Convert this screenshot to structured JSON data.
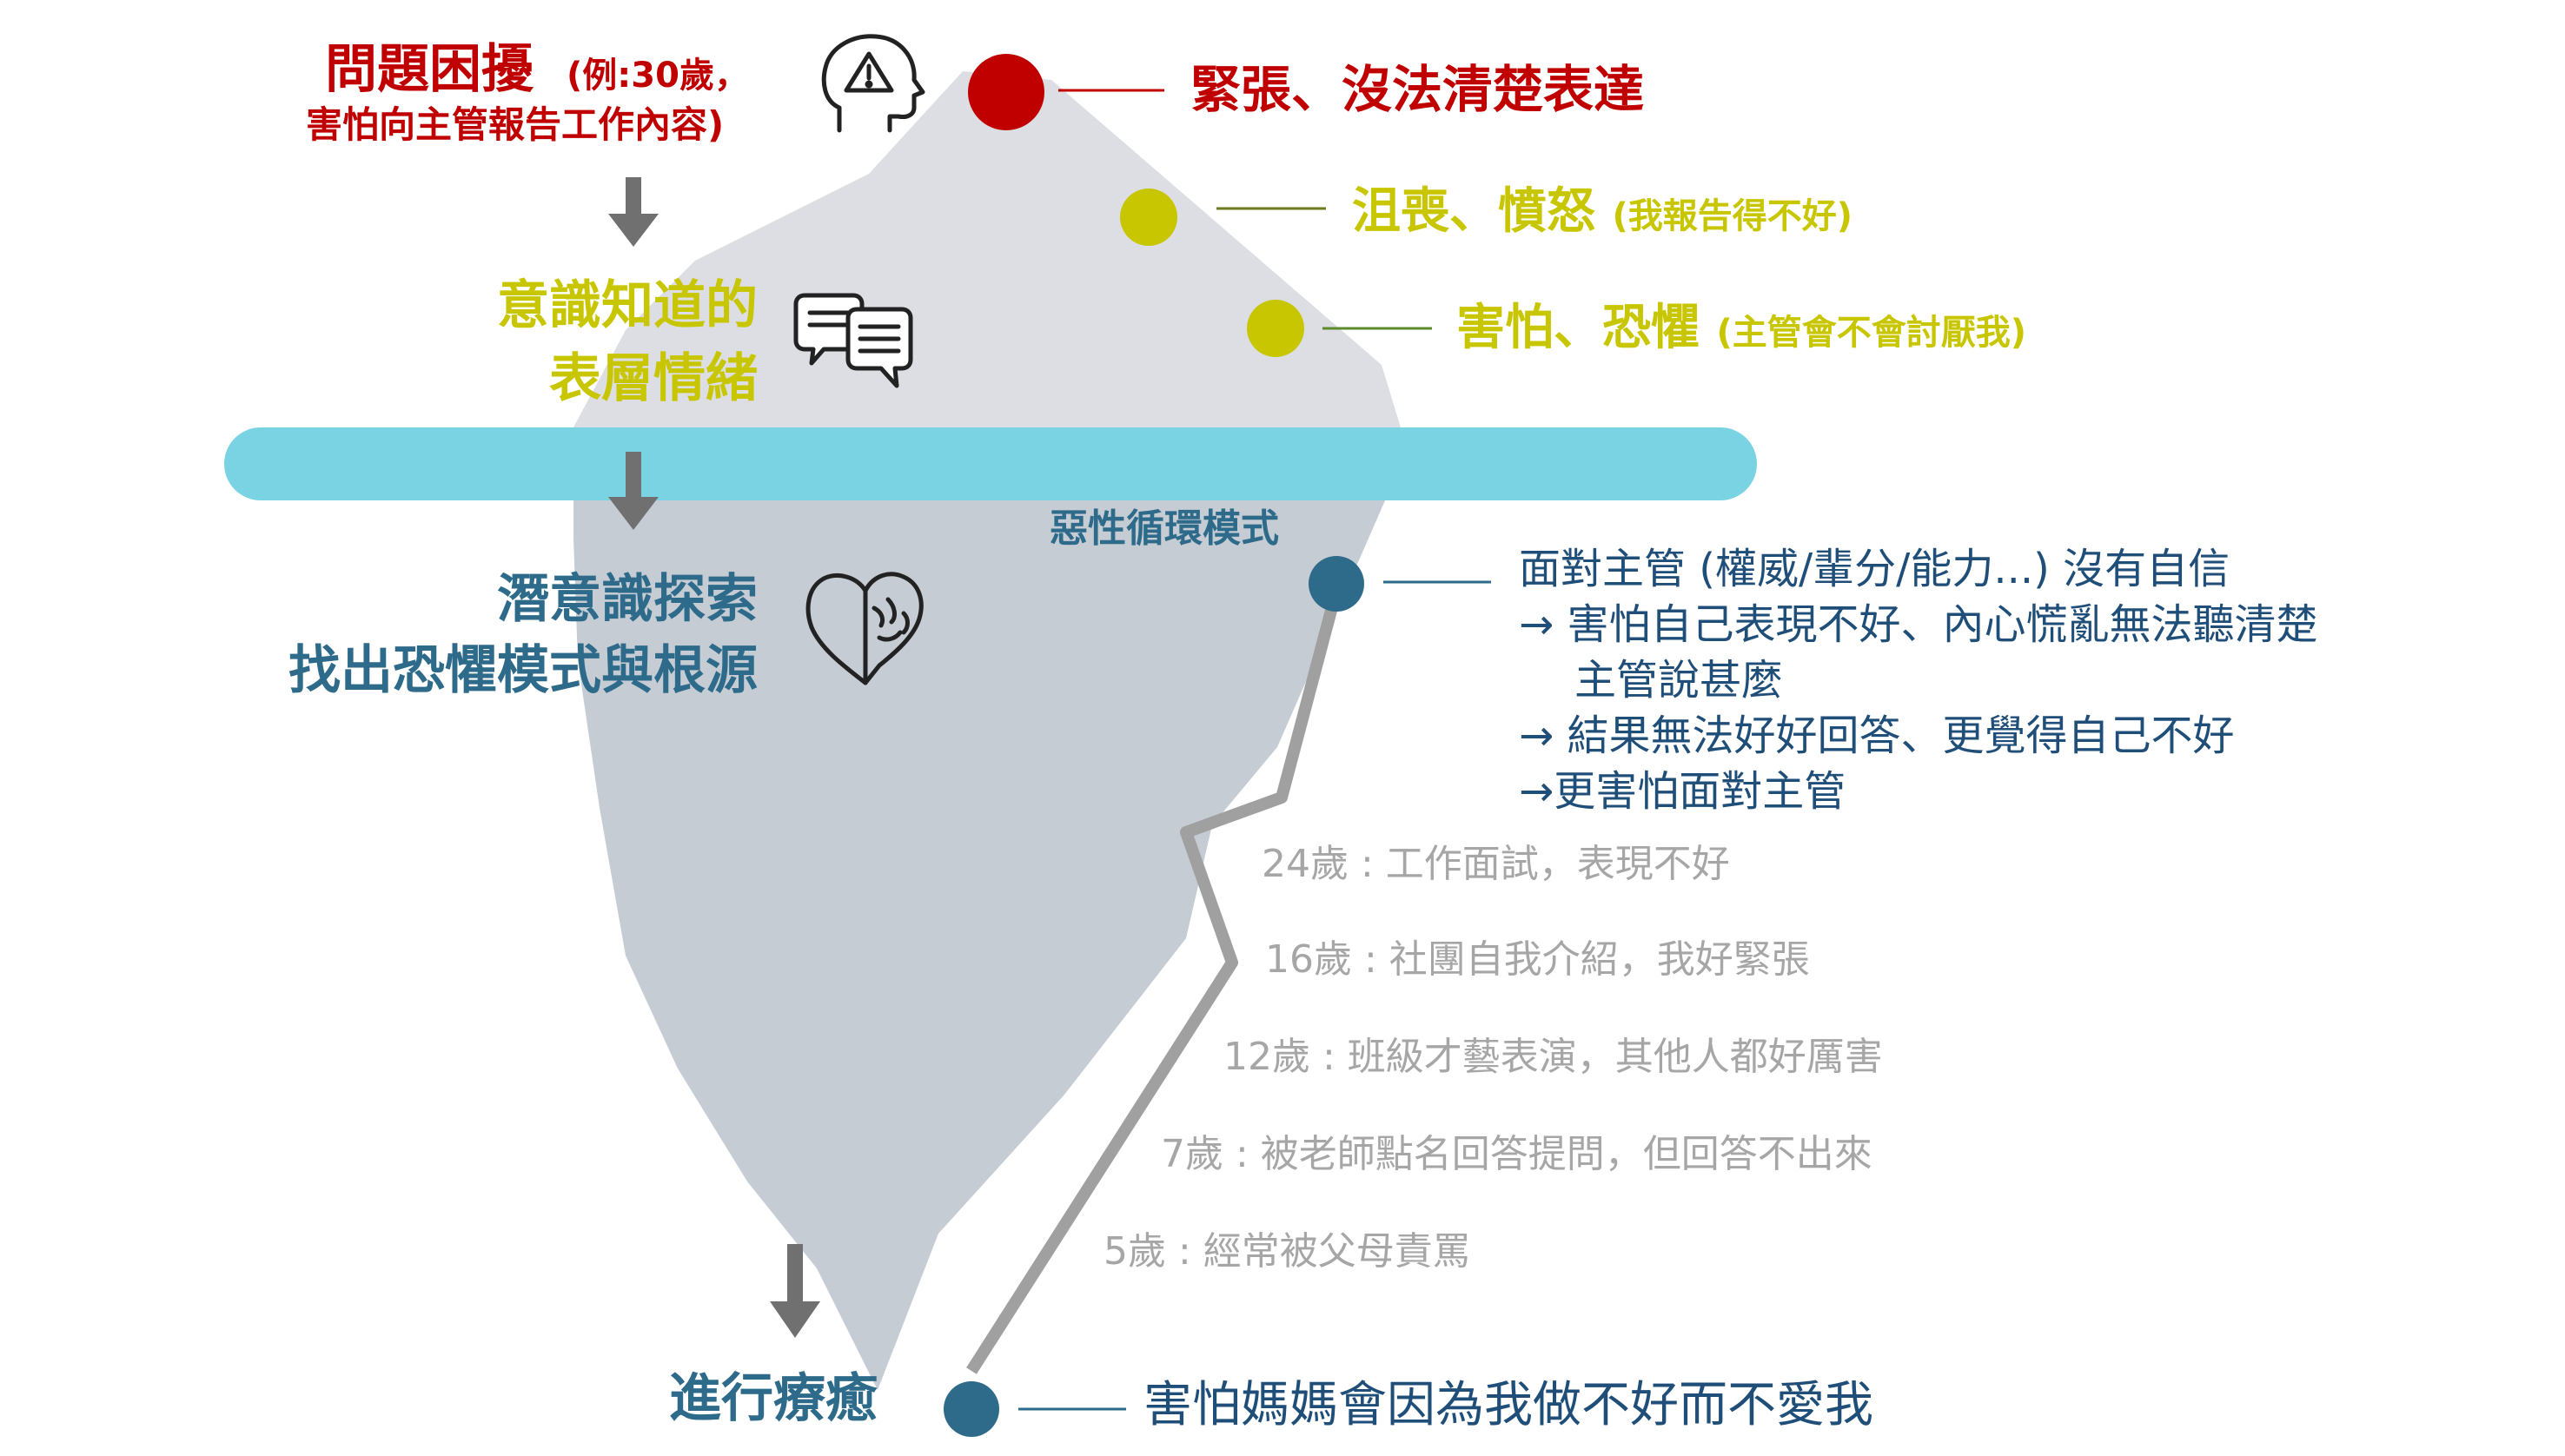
{
  "left": {
    "problem_title": "問題困擾",
    "problem_note_1": "(例:30歲，",
    "problem_note_2": "害怕向主管報告工作內容)",
    "surface_line1": "意識知道的",
    "surface_line2": "表層情緒",
    "subconscious_line1": "潛意識探索",
    "subconscious_line2": "找出恐懼模式與根源",
    "healing": "進行療癒"
  },
  "surface": {
    "item1": "緊張、沒法清楚表達",
    "item2_main": "沮喪、憤怒",
    "item2_note": "(我報告得不好)",
    "item3_main": "害怕、恐懼",
    "item3_note": "(主管會不會討厭我)"
  },
  "cycle": {
    "label": "惡性循環模式",
    "line1": "面對主管 (權威/輩分/能力...) 沒有自信",
    "line2": "→ 害怕自己表現不好、內心慌亂無法聽清楚",
    "line3": "主管說甚麼",
    "line4": "→ 結果無法好好回答、更覺得自己不好",
    "line5": "→更害怕面對主管"
  },
  "memories": [
    "24歲 : 工作面試，表現不好",
    "16歲 : 社團自我介紹，我好緊張",
    "12歲 : 班級才藝表演，其他人都好厲害",
    "7歲 : 被老師點名回答提問，但回答不出來",
    "5歲 : 經常被父母責罵"
  ],
  "root": "害怕媽媽會因為我做不好而不愛我",
  "colors": {
    "red": "#c00000",
    "olive": "#c8c600",
    "teal": "#2e6b8a",
    "water": "#7ad3e3",
    "iceberg_top": "#dcdee3",
    "iceberg_bottom": "#c6ccd4",
    "grey_text": "#a6a6a6"
  },
  "icons": [
    "head-alert-icon",
    "chat-bubbles-icon",
    "heart-brain-icon",
    "down-arrow-icon"
  ]
}
